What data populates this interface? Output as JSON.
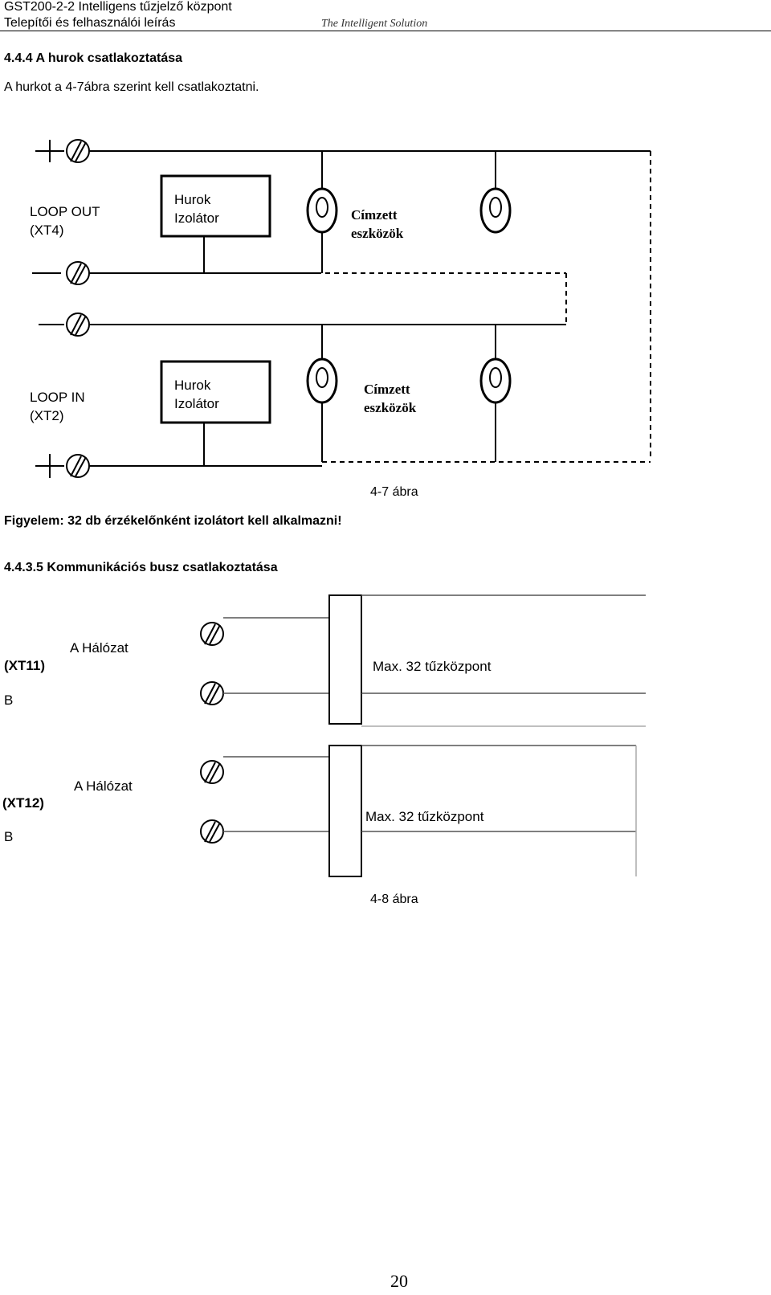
{
  "header": {
    "title_line1": "GST200-2-2 Intelligens tűzjelző központ",
    "title_line2": "Telepítői és felhasználói leírás",
    "tagline": "The Intelligent Solution"
  },
  "section_loop": {
    "heading": "4.4.4 A hurok csatlakoztatása",
    "intro": "A hurkot a 4-7ábra szerint kell csatlakoztatni.",
    "diagram": {
      "loop_out_l1": "LOOP OUT",
      "loop_out_l2": "(XT4)",
      "loop_in_l1": "LOOP IN",
      "loop_in_l2": "(XT2)",
      "isolator_l1": "Hurok",
      "isolator_l2": "Izolátor",
      "devices_l1": "Címzett",
      "devices_l2": "eszközök"
    },
    "caption": "4-7 ábra",
    "warning": "Figyelem: 32 db érzékelőnként izolátort kell alkalmazni!"
  },
  "section_bus": {
    "heading": "4.4.3.5 Kommunikációs busz csatlakoztatása",
    "block1": {
      "port": "(XT11)",
      "a_label": "A Hálózat",
      "b_label": "B",
      "max": "Max. 32 tűzközpont"
    },
    "block2": {
      "port": "(XT12)",
      "a_label": "A Hálózat",
      "b_label": "B",
      "max": "Max. 32 tűzközpont"
    },
    "caption": "4-8 ábra"
  },
  "page_number": "20"
}
